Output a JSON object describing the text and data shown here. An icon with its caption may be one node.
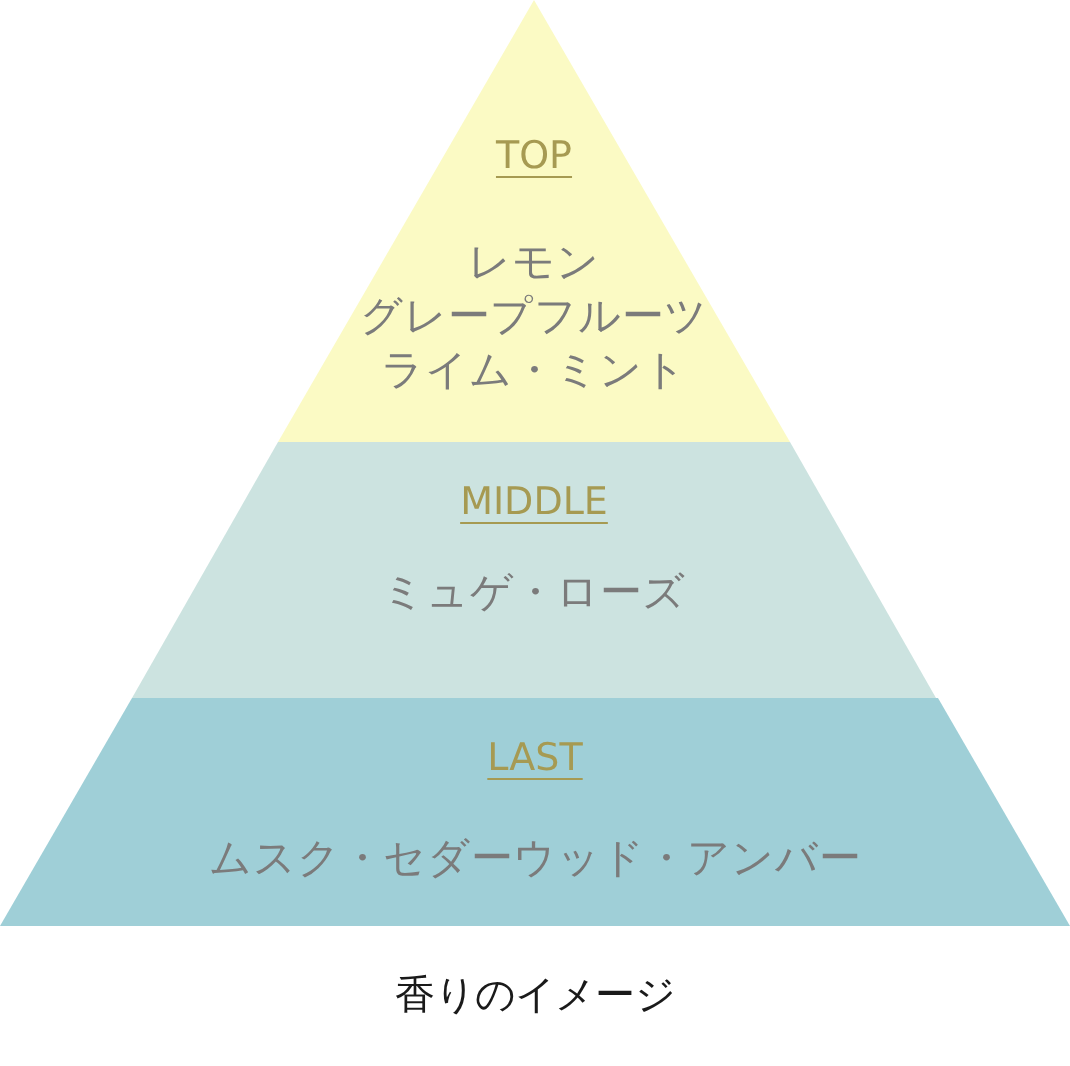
{
  "diagram": {
    "caption": "香りのイメージ",
    "nodes": [
      {
        "text": [
          "TOP",
          "レモン",
          "グレープフルーツ",
          "ライム・ミント"
        ]
      },
      {
        "text": [
          "MIDDLE",
          "ミュゲ・ローズ"
        ]
      },
      {
        "text": [
          "LAST",
          "ムスク・セダーウッド・アンバー"
        ]
      }
    ]
  }
}
